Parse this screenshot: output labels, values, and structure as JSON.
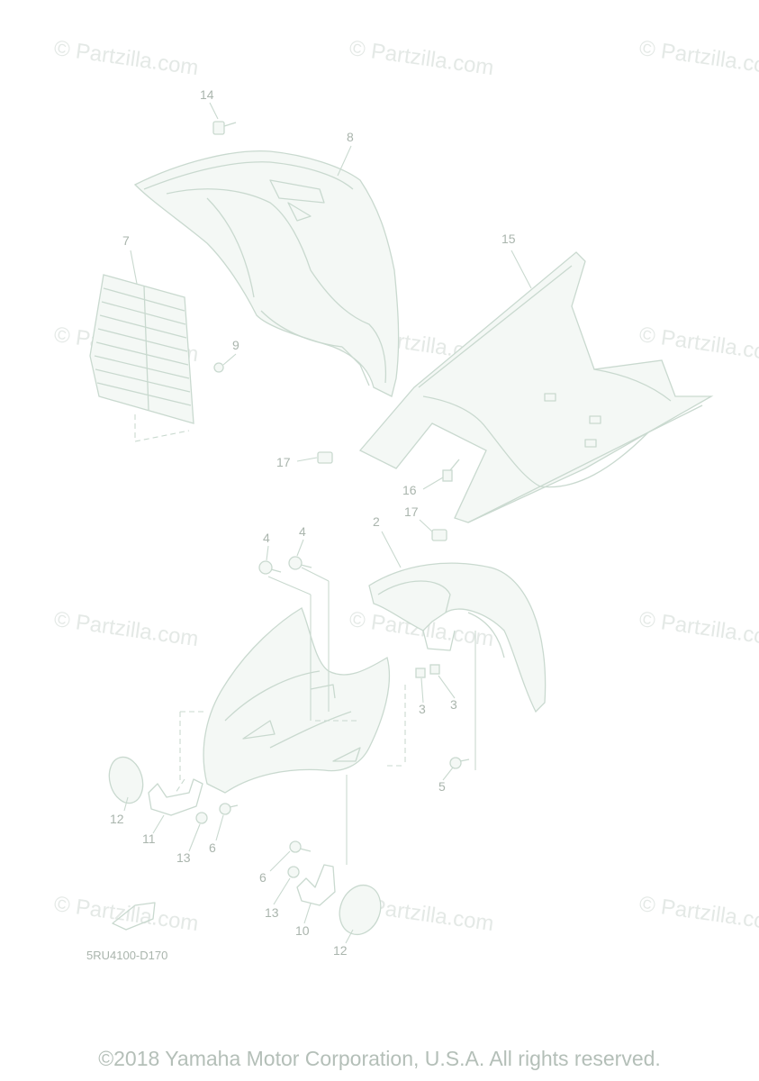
{
  "watermark_text": "© Partzilla.com",
  "diagram_code": "5RU4100-D170",
  "copyright": "©2018 Yamaha Motor Corporation, U.S.A. All rights reserved.",
  "callouts": [
    "14",
    "8",
    "7",
    "9",
    "15",
    "17",
    "16",
    "17",
    "4",
    "4",
    "2",
    "3",
    "3",
    "5",
    "12",
    "11",
    "13",
    "6",
    "6",
    "13",
    "10",
    "12"
  ],
  "colors": {
    "line": "#c9d9cf",
    "label": "#aab5ad",
    "watermark": "#e4e9e6"
  }
}
